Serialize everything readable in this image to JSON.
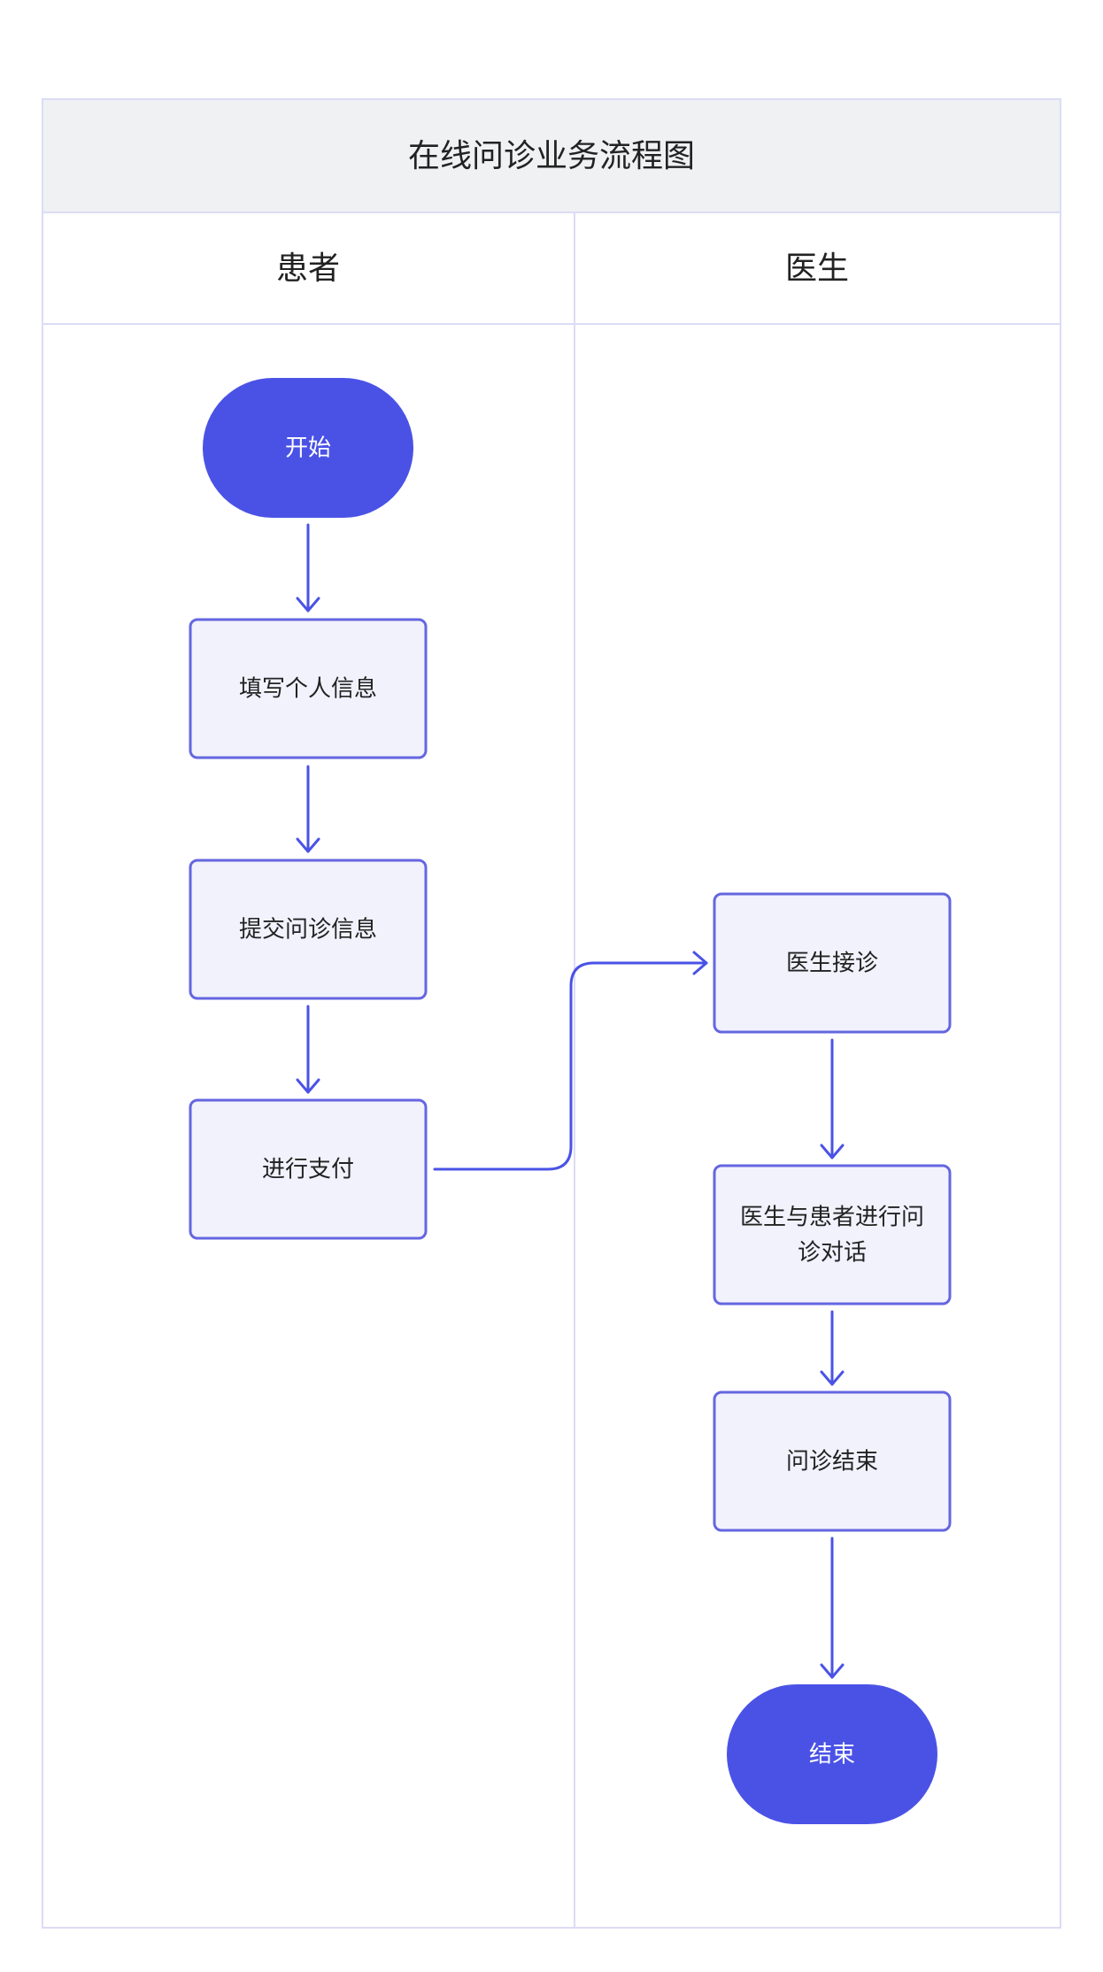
{
  "title": "在线问诊业务流程图",
  "lanes": [
    {
      "id": "patient",
      "label": "患者"
    },
    {
      "id": "doctor",
      "label": "医生"
    }
  ],
  "nodes": {
    "start": {
      "type": "terminal",
      "lane": "patient",
      "lines": [
        "开始"
      ]
    },
    "fill_info": {
      "type": "process",
      "lane": "patient",
      "lines": [
        "填写个人信息"
      ]
    },
    "submit_info": {
      "type": "process",
      "lane": "patient",
      "lines": [
        "提交问诊信息"
      ]
    },
    "pay": {
      "type": "process",
      "lane": "patient",
      "lines": [
        "进行支付"
      ]
    },
    "accept": {
      "type": "process",
      "lane": "doctor",
      "lines": [
        "医生接诊"
      ]
    },
    "dialogue": {
      "type": "process",
      "lane": "doctor",
      "lines": [
        "医生与患者进行问",
        "诊对话"
      ]
    },
    "consult_end": {
      "type": "process",
      "lane": "doctor",
      "lines": [
        "问诊结束"
      ]
    },
    "end": {
      "type": "terminal",
      "lane": "doctor",
      "lines": [
        "结束"
      ]
    }
  },
  "edges": [
    {
      "from": "start",
      "to": "fill_info"
    },
    {
      "from": "fill_info",
      "to": "submit_info"
    },
    {
      "from": "submit_info",
      "to": "pay"
    },
    {
      "from": "pay",
      "to": "accept"
    },
    {
      "from": "accept",
      "to": "dialogue"
    },
    {
      "from": "dialogue",
      "to": "consult_end"
    },
    {
      "from": "consult_end",
      "to": "end"
    }
  ],
  "colors": {
    "accent": "#4a52e6",
    "node_fill": "#f1f2fc",
    "node_border": "#6466e0",
    "frame": "#dcdcf5",
    "title_band": "#f0f1f3"
  }
}
